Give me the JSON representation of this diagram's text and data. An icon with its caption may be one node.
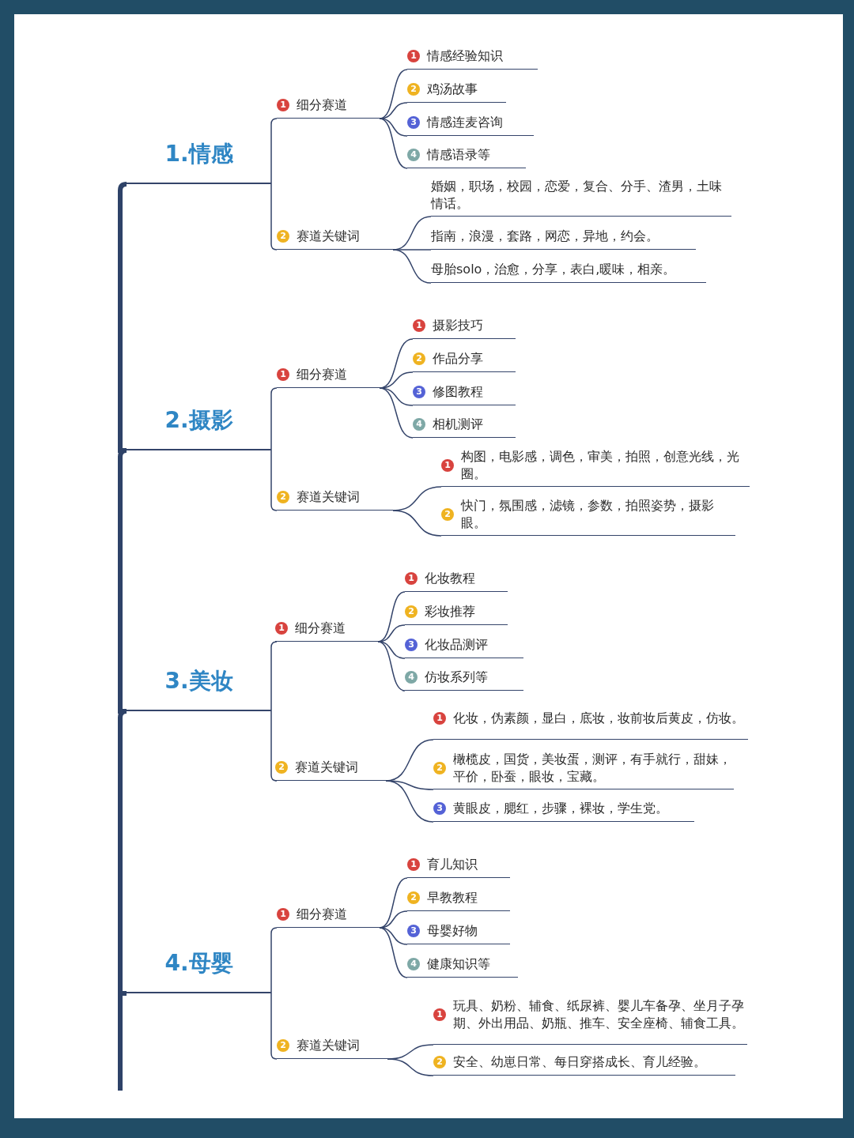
{
  "diagram": {
    "nodes": [
      {
        "text": [
          "1.情感"
        ]
      },
      {
        "text": [
          "1",
          "细分赛道"
        ]
      },
      {
        "text": [
          "1",
          "情感经验知识"
        ]
      },
      {
        "text": [
          "2",
          "鸡汤故事"
        ]
      },
      {
        "text": [
          "3",
          "情感连麦咨询"
        ]
      },
      {
        "text": [
          "4",
          "情感语录等"
        ]
      },
      {
        "text": [
          "2",
          "赛道关键词"
        ]
      },
      {
        "text": [
          "婚姻，职场，校园，恋爱，复合、分手、渣男，土味情话。"
        ]
      },
      {
        "text": [
          "指南，浪漫，套路，网恋，异地，约会。"
        ]
      },
      {
        "text": [
          "母胎solo，治愈，分享，表白,暖味，相亲。"
        ]
      },
      {
        "text": [
          "2.摄影"
        ]
      },
      {
        "text": [
          "1",
          "细分赛道"
        ]
      },
      {
        "text": [
          "1",
          "摄影技巧"
        ]
      },
      {
        "text": [
          "2",
          "作品分享"
        ]
      },
      {
        "text": [
          "3",
          "修图教程"
        ]
      },
      {
        "text": [
          "4",
          "相机测评"
        ]
      },
      {
        "text": [
          "2",
          "赛道关键词"
        ]
      },
      {
        "text": [
          "1",
          "构图，电影感，调色，审美，拍照，创意光线，光圈。"
        ]
      },
      {
        "text": [
          "2",
          "快门，氛围感，滤镜，参数，拍照姿势，摄影眼。"
        ]
      },
      {
        "text": [
          "3.美妆"
        ]
      },
      {
        "text": [
          "1",
          "细分赛道"
        ]
      },
      {
        "text": [
          "1",
          "化妆教程"
        ]
      },
      {
        "text": [
          "2",
          "彩妆推荐"
        ]
      },
      {
        "text": [
          "3",
          "化妆品测评"
        ]
      },
      {
        "text": [
          "4",
          "仿妆系列等"
        ]
      },
      {
        "text": [
          "2",
          "赛道关键词"
        ]
      },
      {
        "text": [
          "1",
          "化妆，伪素颜，显白，底妆，妆前妆后黄皮，仿妆。"
        ]
      },
      {
        "text": [
          "2",
          "橄榄皮，国货，美妆蛋，测评，有手就行，甜妹，平价，卧蚕，眼妆，宝藏。"
        ]
      },
      {
        "text": [
          "3",
          "黄眼皮，腮红，步骤，裸妆，学生党。"
        ]
      },
      {
        "text": [
          "4.母婴"
        ]
      },
      {
        "text": [
          "1",
          "细分赛道"
        ]
      },
      {
        "text": [
          "1",
          "育儿知识"
        ]
      },
      {
        "text": [
          "2",
          "早教教程"
        ]
      },
      {
        "text": [
          "3",
          "母婴好物"
        ]
      },
      {
        "text": [
          "4",
          "健康知识等"
        ]
      },
      {
        "text": [
          "2",
          "赛道关键词"
        ]
      },
      {
        "text": [
          "1",
          "玩具、奶粉、辅食、纸尿裤、婴儿车备孕、坐月子孕期、外出用品、奶瓶、推车、安全座椅、辅食工具。"
        ]
      },
      {
        "text": [
          "2",
          "安全、幼崽日常、每日穿搭成长、育儿经验。"
        ]
      }
    ],
    "edges": [
      {
        "from": 0,
        "to": 10,
        "arrow": "none",
        "style": "thick"
      },
      {
        "from": 10,
        "to": 19,
        "arrow": "none",
        "style": "thick"
      },
      {
        "from": 19,
        "to": 29,
        "arrow": "none",
        "style": "thick"
      },
      {
        "from": 29,
        "to": null,
        "arrow": "none",
        "style": "thick"
      },
      {
        "from": 0,
        "to": 1,
        "arrow": "none"
      },
      {
        "from": 0,
        "to": 6,
        "arrow": "none"
      },
      {
        "from": 1,
        "to": 2,
        "arrow": "none"
      },
      {
        "from": 1,
        "to": 3,
        "arrow": "none"
      },
      {
        "from": 1,
        "to": 4,
        "arrow": "none"
      },
      {
        "from": 1,
        "to": 5,
        "arrow": "none"
      },
      {
        "from": 6,
        "to": 7,
        "arrow": "none"
      },
      {
        "from": 6,
        "to": 8,
        "arrow": "none"
      },
      {
        "from": 6,
        "to": 9,
        "arrow": "none"
      },
      {
        "from": 10,
        "to": 11,
        "arrow": "none"
      },
      {
        "from": 10,
        "to": 16,
        "arrow": "none"
      },
      {
        "from": 11,
        "to": 12,
        "arrow": "none"
      },
      {
        "from": 11,
        "to": 13,
        "arrow": "none"
      },
      {
        "from": 11,
        "to": 14,
        "arrow": "none"
      },
      {
        "from": 11,
        "to": 15,
        "arrow": "none"
      },
      {
        "from": 16,
        "to": 17,
        "arrow": "none"
      },
      {
        "from": 16,
        "to": 18,
        "arrow": "none"
      },
      {
        "from": 19,
        "to": 20,
        "arrow": "none"
      },
      {
        "from": 19,
        "to": 25,
        "arrow": "none"
      },
      {
        "from": 20,
        "to": 21,
        "arrow": "none"
      },
      {
        "from": 20,
        "to": 22,
        "arrow": "none"
      },
      {
        "from": 20,
        "to": 23,
        "arrow": "none"
      },
      {
        "from": 20,
        "to": 24,
        "arrow": "none"
      },
      {
        "from": 25,
        "to": 26,
        "arrow": "none"
      },
      {
        "from": 25,
        "to": 27,
        "arrow": "none"
      },
      {
        "from": 25,
        "to": 28,
        "arrow": "none"
      },
      {
        "from": 29,
        "to": 30,
        "arrow": "none"
      },
      {
        "from": 29,
        "to": 35,
        "arrow": "none"
      },
      {
        "from": 30,
        "to": 31,
        "arrow": "none"
      },
      {
        "from": 30,
        "to": 32,
        "arrow": "none"
      },
      {
        "from": 30,
        "to": 33,
        "arrow": "none"
      },
      {
        "from": 30,
        "to": 34,
        "arrow": "none"
      },
      {
        "from": 35,
        "to": 36,
        "arrow": "none"
      },
      {
        "from": 35,
        "to": 37,
        "arrow": "none"
      }
    ]
  }
}
